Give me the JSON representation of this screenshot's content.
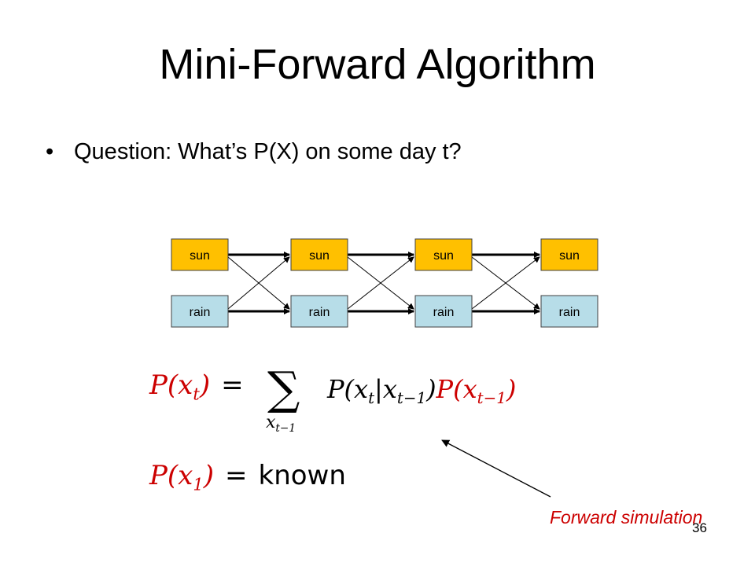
{
  "slide": {
    "title": "Mini-Forward Algorithm",
    "bullet": "Question: What’s P(X) on some day t?",
    "page_number": "36"
  },
  "diagram": {
    "states": [
      "sun",
      "rain"
    ],
    "time_steps": 4,
    "colors": {
      "sun": "#ffc000",
      "rain": "#b7dde8",
      "border": "#404040"
    }
  },
  "equations": {
    "eq1_lhs": "P(x",
    "eq1_lhs_sub": "t",
    "eq1_lhs_close": ")",
    "eq1_equals": "=",
    "eq1_sum_symbol": "∑",
    "eq1_sum_sub": "x",
    "eq1_sum_sub_sub": "t−1",
    "eq1_trans": "P(x",
    "eq1_trans_sub1": "t",
    "eq1_trans_bar": "|x",
    "eq1_trans_sub2": "t−1",
    "eq1_trans_close": ")",
    "eq1_prev": "P(x",
    "eq1_prev_sub": "t−1",
    "eq1_prev_close": ")",
    "eq2_lhs": "P(x",
    "eq2_lhs_sub": "1",
    "eq2_lhs_close": ")",
    "eq2_equals": "=",
    "eq2_rhs": "known"
  },
  "annotation": {
    "text": "Forward simulation",
    "color": "#cc0000"
  }
}
